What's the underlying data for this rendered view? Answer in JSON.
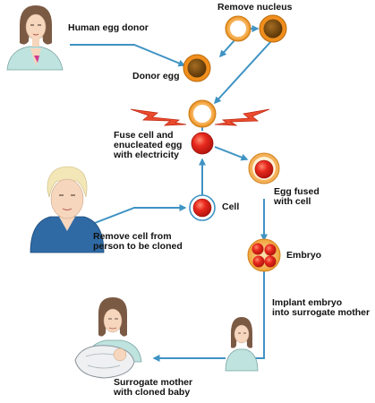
{
  "colors": {
    "line": "#3f93c4",
    "cell_red": "#e3261c",
    "yolk_brown": "#7a4d12",
    "egg_orange": "#f2941e",
    "spark": "#e8412a",
    "skin": "#f6d6bd",
    "hair_dark": "#7b5a44",
    "shirt_blue": "#2f6aa5",
    "top_green": "#bfe3df"
  },
  "labels": {
    "donor": "Human egg donor",
    "remove_nucleus": "Remove nucleus",
    "donor_egg": "Donor egg",
    "fuse": "Fuse cell and\nenucleated egg\nwith electricity",
    "cell": "Cell",
    "egg_fused": "Egg fused\nwith cell",
    "remove_cell": "Remove cell from\nperson to be cloned",
    "embryo": "Embryo",
    "implant": "Implant embryo\ninto surrogate mother",
    "surrogate": "Surrogate mother\nwith cloned baby"
  },
  "icons": {
    "donor": "woman-portrait-icon",
    "person": "blonde-man-portrait-icon",
    "surrogate": "woman-portrait-icon",
    "baby": "swaddled-baby-icon",
    "spark": "lightning-bolt-icon"
  }
}
